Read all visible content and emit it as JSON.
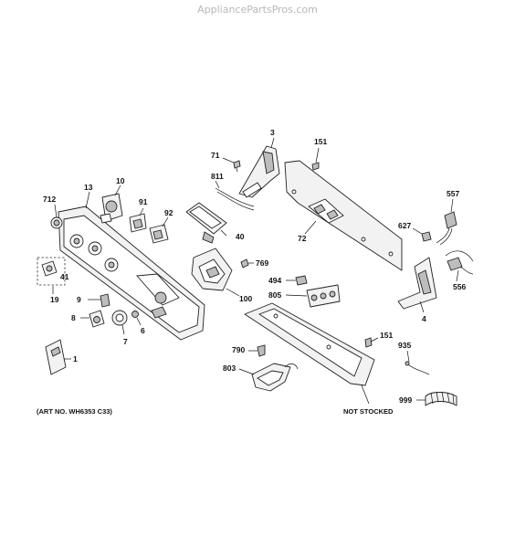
{
  "watermark": "AppliancePartsPros.com",
  "callouts": {
    "c3": "3",
    "c151a": "151",
    "c71": "71",
    "c811": "811",
    "c10": "10",
    "c13": "13",
    "c712": "712",
    "c91": "91",
    "c92": "92",
    "c40": "40",
    "c557": "557",
    "c627": "627",
    "c72": "72",
    "c41": "41",
    "c19": "19",
    "c769": "769",
    "c100": "100",
    "c556": "556",
    "c494": "494",
    "c805": "805",
    "c4": "4",
    "c9": "9",
    "c8": "8",
    "c7": "7",
    "c6": "6",
    "c1": "1",
    "c151b": "151",
    "c935": "935",
    "c790": "790",
    "c803": "803",
    "c999": "999"
  },
  "notes": {
    "not_stocked": "NOT STOCKED",
    "art_no": "(ART NO. WH6353 C33)"
  }
}
